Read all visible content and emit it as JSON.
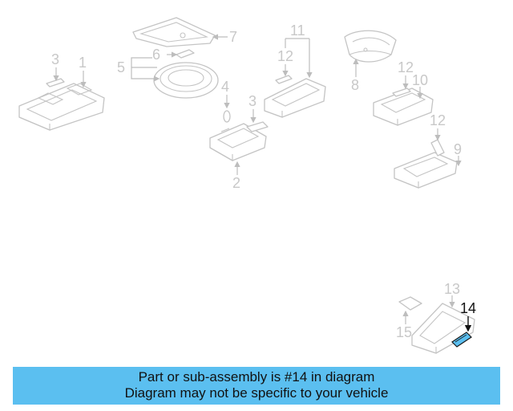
{
  "callouts": {
    "c1": "1",
    "c2": "2",
    "c3a": "3",
    "c3b": "3",
    "c4": "4",
    "c5": "5",
    "c6": "6",
    "c7": "7",
    "c8": "8",
    "c9": "9",
    "c10": "10",
    "c11": "11",
    "c12a": "12",
    "c12b": "12",
    "c12c": "12",
    "c13": "13",
    "c14": "14",
    "c15": "15"
  },
  "highlight": {
    "part": "14",
    "color": "#5bbff0"
  },
  "caption": {
    "line1": "Part or sub-assembly is #14 in diagram",
    "line2": "Diagram may not be specific to your vehicle",
    "background": "#5bbff0"
  }
}
